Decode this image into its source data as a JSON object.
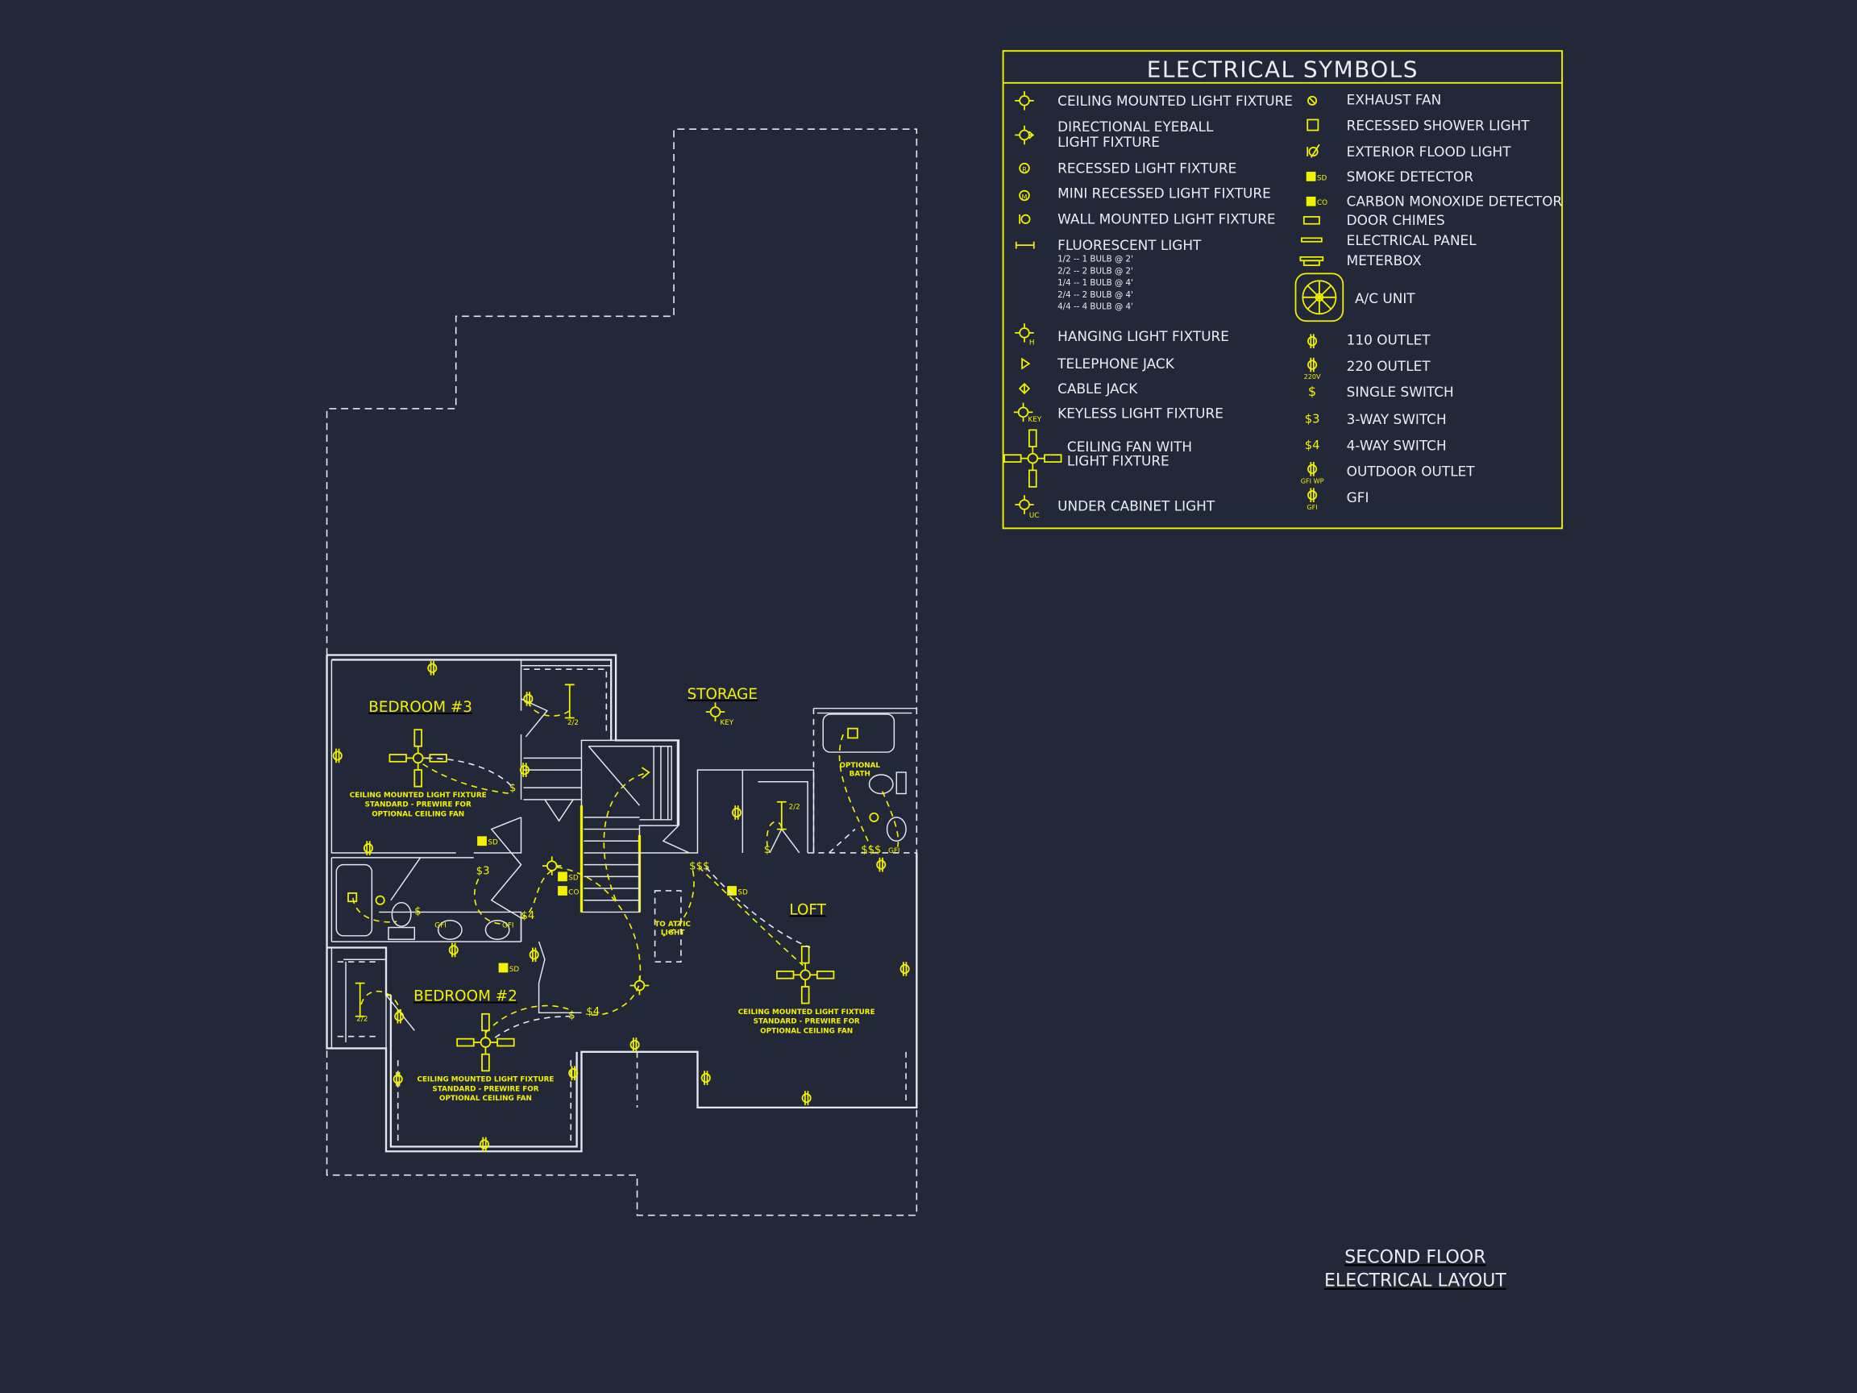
{
  "colors": {
    "background": "#232839",
    "walls": "#e6e6ee",
    "symbols": "#f2f200"
  },
  "legend": {
    "title": "ELECTRICAL SYMBOLS",
    "left": [
      {
        "label": "CEILING MOUNTED LIGHT FIXTURE",
        "icon": "ceiling-light-icon"
      },
      {
        "label": "DIRECTIONAL EYEBALL",
        "label2": "LIGHT FIXTURE",
        "icon": "eyeball-light-icon"
      },
      {
        "label": "RECESSED LIGHT FIXTURE",
        "icon": "recessed-light-icon"
      },
      {
        "label": "MINI RECESSED LIGHT FIXTURE",
        "icon": "mini-recessed-light-icon"
      },
      {
        "label": "WALL MOUNTED LIGHT FIXTURE",
        "icon": "wall-light-icon"
      },
      {
        "label": "FLUORESCENT LIGHT",
        "icon": "fluorescent-light-icon",
        "sub": [
          "1/2 -- 1 BULB @ 2'",
          "2/2 -- 2 BULB @ 2'",
          "1/4 -- 1 BULB @ 4'",
          "2/4 -- 2 BULB @ 4'",
          "4/4 -- 4 BULB @ 4'"
        ]
      },
      {
        "label": "HANGING LIGHT FIXTURE",
        "icon": "hanging-light-icon",
        "tag": "H"
      },
      {
        "label": "TELEPHONE JACK",
        "icon": "telephone-jack-icon"
      },
      {
        "label": "CABLE JACK",
        "icon": "cable-jack-icon"
      },
      {
        "label": "KEYLESS LIGHT FIXTURE",
        "icon": "keyless-light-icon",
        "tag": "KEY"
      },
      {
        "label": "CEILING FAN WITH",
        "label2": "LIGHT FIXTURE",
        "icon": "ceiling-fan-icon"
      },
      {
        "label": "UNDER CABINET LIGHT",
        "icon": "under-cabinet-light-icon",
        "tag": "UC"
      }
    ],
    "right": [
      {
        "label": "EXHAUST FAN",
        "icon": "exhaust-fan-icon"
      },
      {
        "label": "RECESSED SHOWER LIGHT",
        "icon": "shower-light-icon"
      },
      {
        "label": "EXTERIOR FLOOD LIGHT",
        "icon": "flood-light-icon"
      },
      {
        "label": "SMOKE DETECTOR",
        "icon": "smoke-detector-icon",
        "tag": "SD"
      },
      {
        "label": "CARBON MONOXIDE DETECTOR",
        "icon": "co-detector-icon",
        "tag": "CO"
      },
      {
        "label": "DOOR CHIMES",
        "icon": "door-chimes-icon"
      },
      {
        "label": "ELECTRICAL PANEL",
        "icon": "electrical-panel-icon"
      },
      {
        "label": "METERBOX",
        "icon": "meterbox-icon"
      },
      {
        "label": "A/C UNIT",
        "icon": "ac-unit-icon"
      },
      {
        "label": "110 OUTLET",
        "icon": "outlet-110-icon"
      },
      {
        "label": "220 OUTLET",
        "icon": "outlet-220-icon",
        "tag": "220V"
      },
      {
        "label": "SINGLE SWITCH",
        "icon": "single-switch-icon",
        "tag": "$"
      },
      {
        "label": "3-WAY SWITCH",
        "icon": "three-way-switch-icon",
        "tag": "$3"
      },
      {
        "label": "4-WAY SWITCH",
        "icon": "four-way-switch-icon",
        "tag": "$4"
      },
      {
        "label": "OUTDOOR OUTLET",
        "icon": "outdoor-outlet-icon",
        "tag": "GFI WP"
      },
      {
        "label": "GFI",
        "icon": "gfi-outlet-icon",
        "tag": "GFI"
      }
    ]
  },
  "plan": {
    "bedroom3": "BEDROOM #3",
    "bedroom2": "BEDROOM #2",
    "storage": "STORAGE",
    "loft": "LOFT",
    "key": "KEY",
    "fluor": "2/2",
    "optional_bath_1": "OPTIONAL",
    "optional_bath_2": "BATH",
    "attic_1": "TO ATTIC",
    "attic_2": "LIGHT",
    "sd": "SD",
    "co": "CO",
    "gfi": "GFI",
    "switch": "$",
    "switch3": "$3",
    "switch4": "$4",
    "switch_triple": "$$$",
    "fan_note": [
      "CEILING MOUNTED LIGHT FIXTURE",
      "STANDARD - PREWIRE FOR",
      "OPTIONAL CEILING FAN"
    ]
  },
  "title_block": {
    "line1": "SECOND FLOOR",
    "line2": "ELECTRICAL LAYOUT"
  }
}
